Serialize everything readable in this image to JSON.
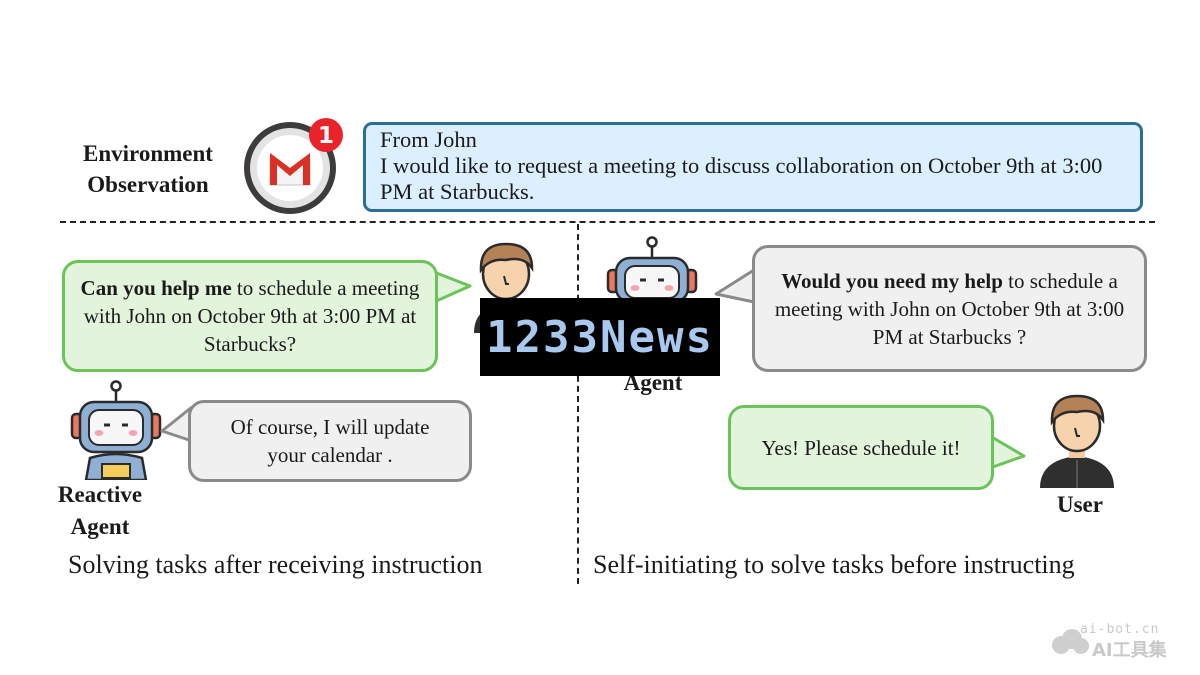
{
  "environment": {
    "label_line1": "Environment",
    "label_line2": "Observation",
    "notification_count": "1"
  },
  "email": {
    "sender": "From John",
    "body": "I would like to request a meeting to discuss collaboration on October 9th at 3:00 PM at Starbucks."
  },
  "left_panel": {
    "user_bubble": {
      "bold": "Can you help me",
      "rest": " to schedule a meeting with John on October 9th at 3:00 PM at Starbucks?"
    },
    "agent_bubble": "Of course, I will update your calendar .",
    "agent_label_line1": "Reactive",
    "agent_label_line2": "Agent",
    "caption": "Solving tasks after receiving instruction"
  },
  "right_panel": {
    "agent_bubble": {
      "bold": "Would you need my help",
      "rest": " to schedule a meeting with John on October 9th at 3:00 PM at Starbucks ?"
    },
    "agent_label": "Agent",
    "user_bubble": "Yes! Please schedule it!",
    "user_label": "User",
    "caption": "Self-initiating to solve tasks before instructing"
  },
  "watermark": {
    "text": "1233News"
  },
  "corner_mark": {
    "url": "ai-bot.cn",
    "name": "AI工具集"
  },
  "colors": {
    "email_fill": "#dcefff",
    "email_border": "#2c6f96",
    "green_fill": "#e2f4dc",
    "green_border": "#6cc35a",
    "gray_fill": "#f0f0f0",
    "gray_border": "#8a8a8a",
    "gmail_red": "#d93025",
    "badge_red": "#e8232a"
  }
}
